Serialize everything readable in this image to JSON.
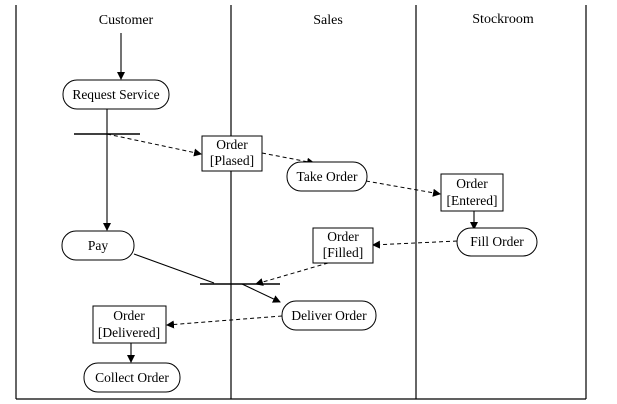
{
  "lanes": {
    "customer": "Customer",
    "sales": "Sales",
    "stockroom": "Stockroom"
  },
  "activities": {
    "request_service": "Request Service",
    "pay": "Pay",
    "collect_order": "Collect Order",
    "take_order": "Take Order",
    "deliver_order": "Deliver Order",
    "fill_order": "Fill Order"
  },
  "objects": {
    "order_placed": {
      "name": "Order",
      "state": "[Plased]"
    },
    "order_entered": {
      "name": "Order",
      "state": "[Entered]"
    },
    "order_filled": {
      "name": "Order",
      "state": "[Filled]"
    },
    "order_delivered": {
      "name": "Order",
      "state": "[Delivered]"
    }
  }
}
